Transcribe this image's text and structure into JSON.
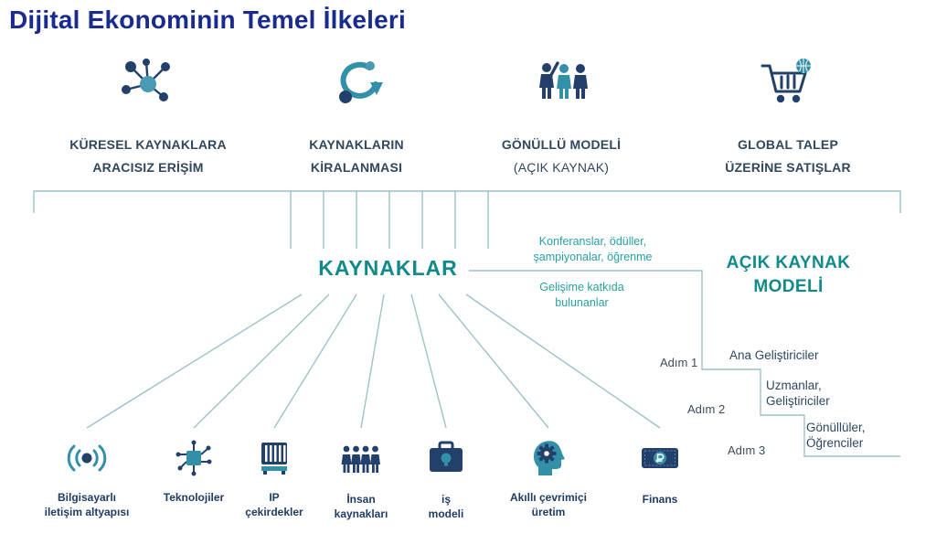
{
  "title": "Dijital Ekonominin Temel İlkeleri",
  "principles": [
    {
      "icon": "network-access-icon",
      "line1": "KÜRESEL KAYNAKLARA",
      "line2": "ARACISIZ ERİŞİM"
    },
    {
      "icon": "resource-renting-cycle-icon",
      "line1": "KAYNAKLARIN",
      "line2": "KİRALANMASI"
    },
    {
      "icon": "volunteer-people-icon",
      "line1": "GÖNÜLLÜ MODELİ",
      "line2": "(AÇIK KAYNAK)"
    },
    {
      "icon": "cart-globe-icon",
      "line1": "GLOBAL TALEP",
      "line2": "ÜZERİNE SATIŞLAR"
    }
  ],
  "resources_heading": "KAYNAKLAR",
  "resources": [
    {
      "icon": "wireless-infrastructure-icon",
      "label": "Bilgisayarlı iletişim altyapısı"
    },
    {
      "icon": "chip-technologies-icon",
      "label": "Teknolojiler"
    },
    {
      "icon": "server-rack-icon",
      "label": "IP çekirdekler"
    },
    {
      "icon": "people-group-icon",
      "label": "İnsan kaynakları"
    },
    {
      "icon": "briefcase-idea-icon",
      "label": "iş modeli"
    },
    {
      "icon": "head-gear-icon",
      "label": "Akıllı çevrimiçi üretim"
    },
    {
      "icon": "banknote-icon",
      "label": "Finans"
    }
  ],
  "open_source": {
    "heading": "AÇIK KAYNAK MODELİ",
    "note_top": "Konferanslar, ödüller, şampiyonalar, öğrenme",
    "note_bottom": "Gelişime katkıda bulunanlar",
    "steps": [
      {
        "step": "Adım 1",
        "role": "Ana Geliştiriciler"
      },
      {
        "step": "Adım 2",
        "role": "Uzmanlar, Geliştiriciler"
      },
      {
        "step": "Adım 3",
        "role": "Gönüllüler, Öğrenciler"
      }
    ]
  },
  "colors": {
    "title_blue": "#1a2b8f",
    "navy": "#23406b",
    "teal": "#3390a9",
    "heading_teal": "#118a8b",
    "line_teal": "#9cc3c9",
    "label_slate": "#31475c"
  }
}
